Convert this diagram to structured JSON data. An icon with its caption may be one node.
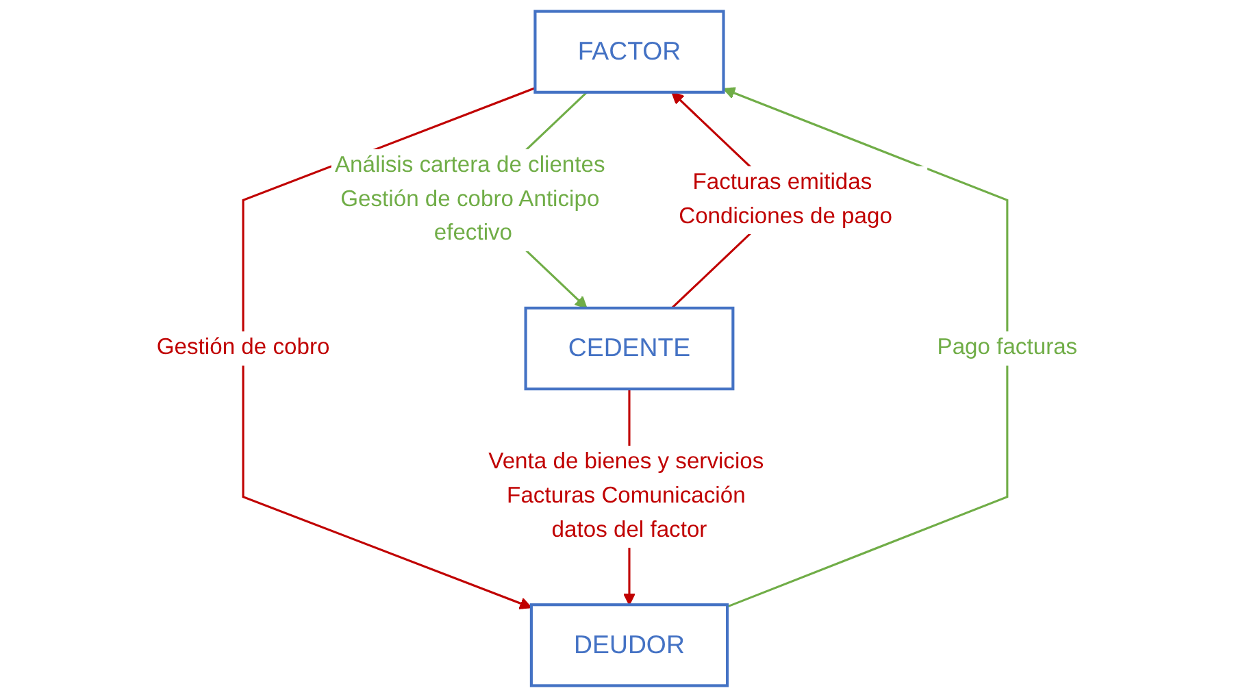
{
  "diagram": {
    "nodes": [
      {
        "text": [
          "FACTOR"
        ]
      },
      {
        "text": [
          "CEDENTE"
        ]
      },
      {
        "text": [
          "DEUDOR"
        ]
      }
    ],
    "edges": [
      {
        "from": 0,
        "to": 1,
        "arrow": "to",
        "label": "Análisis cartera de clientes Gestión de cobro Anticipo efectivo",
        "color": "#70ad47"
      },
      {
        "from": 1,
        "to": 0,
        "arrow": "to",
        "label": "Facturas emitidas Condiciones de pago"
      },
      {
        "from": 0,
        "to": 2,
        "arrow": "to",
        "label": "Gestión de cobro"
      },
      {
        "from": 2,
        "to": 0,
        "arrow": "to",
        "label": "Pago facturas",
        "color": "#70ad47"
      },
      {
        "from": 1,
        "to": 2,
        "arrow": "to",
        "label": "Venta de bienes y servicios Facturas Comunicación datos del factor"
      }
    ]
  }
}
